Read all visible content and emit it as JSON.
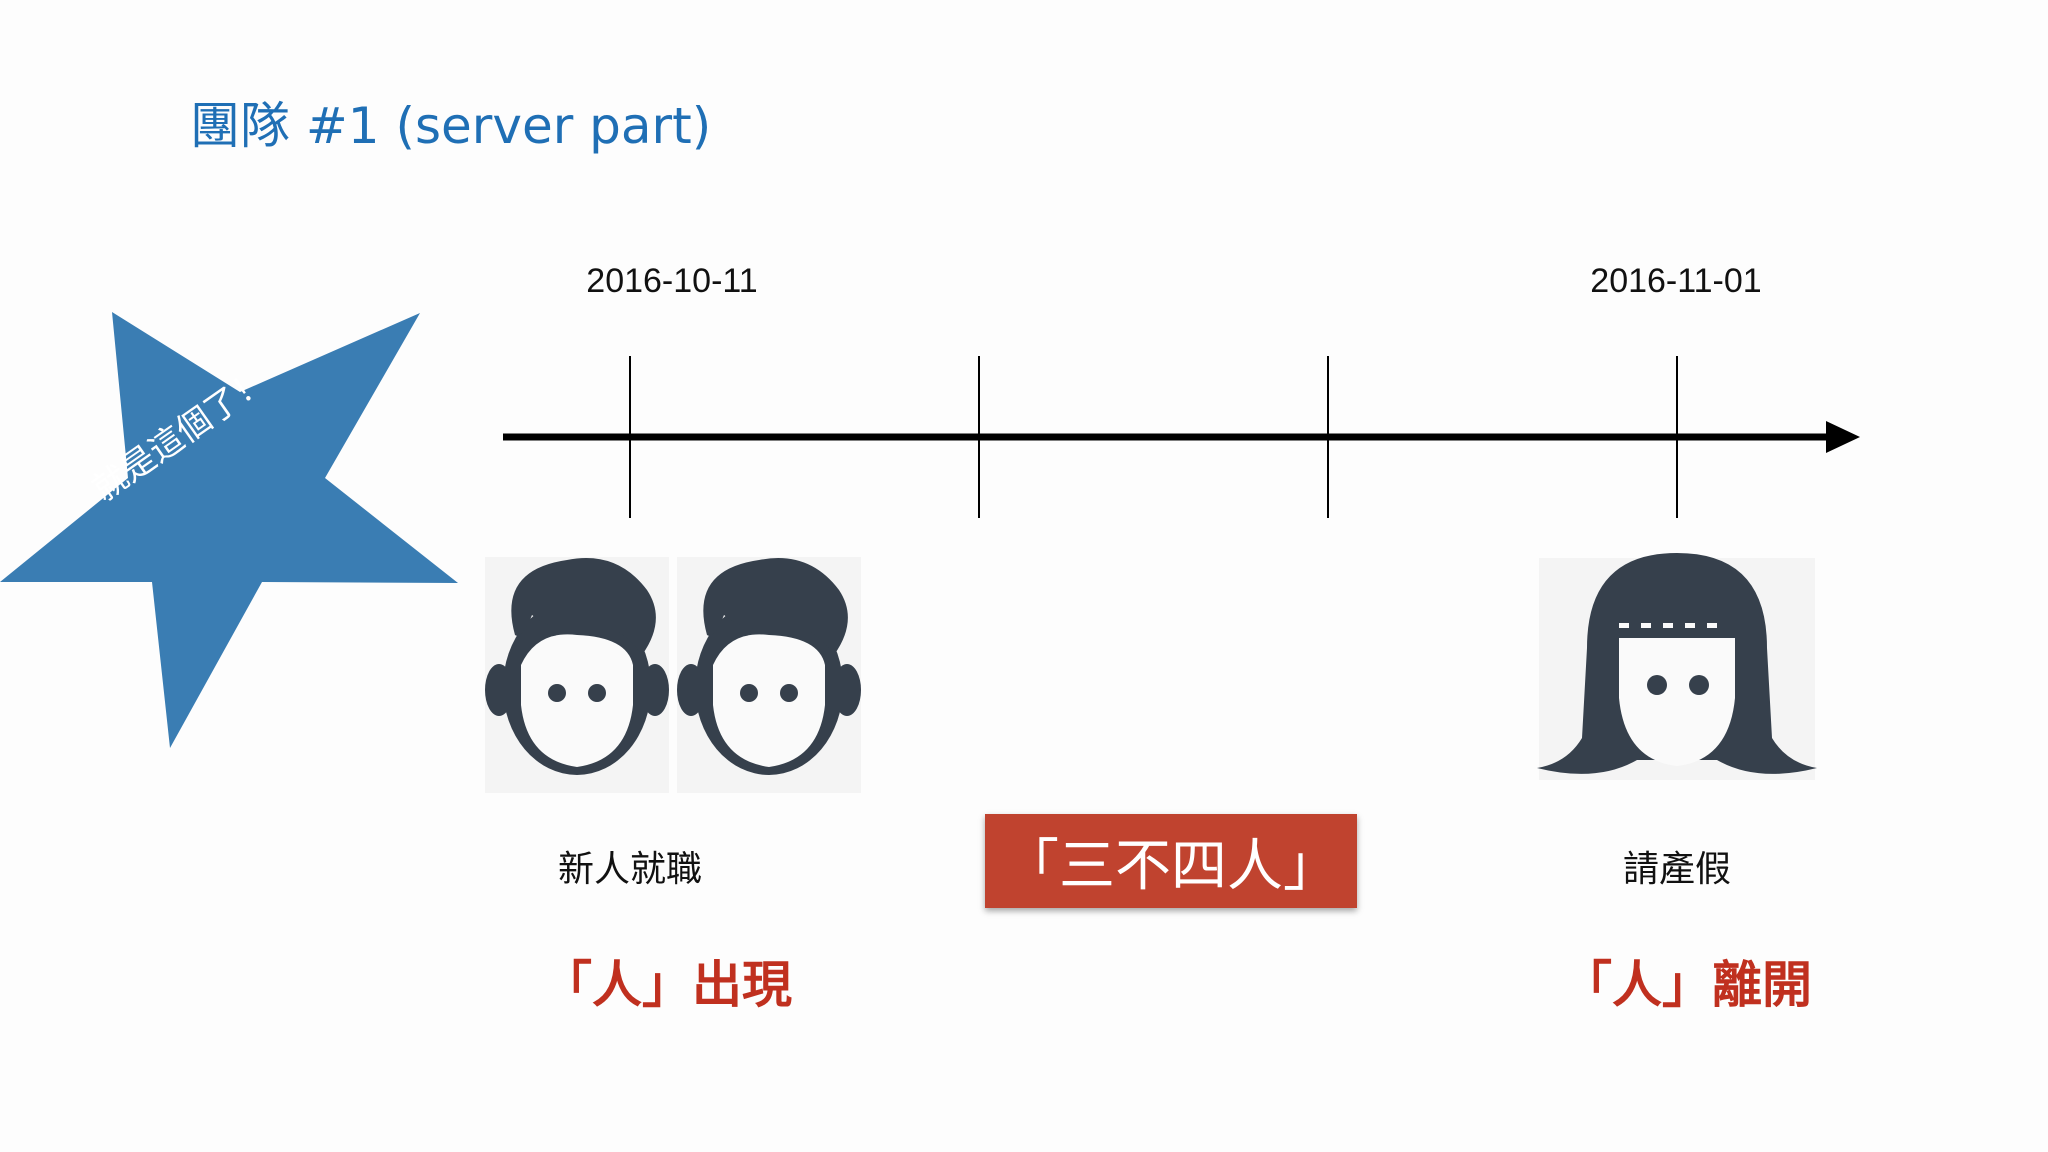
{
  "slide": {
    "title": "團隊 #1 (server part)",
    "star_text": "就是這個了！",
    "accent_color": "#1f6fb5",
    "highlight_color": "#c0301f",
    "star_color": "#3a7db3"
  },
  "timeline": {
    "start_date": "2016-10-11",
    "end_date": "2016-11-01"
  },
  "events": {
    "join_label": "新人就職",
    "join_caption": "「人」出現",
    "leave_label": "請產假",
    "leave_caption": "「人」離開"
  },
  "callout": {
    "text": "「三不四人」"
  },
  "icons": {
    "new_hires": "boy-face-icon",
    "leaver": "girl-face-icon",
    "star": "star-icon"
  }
}
